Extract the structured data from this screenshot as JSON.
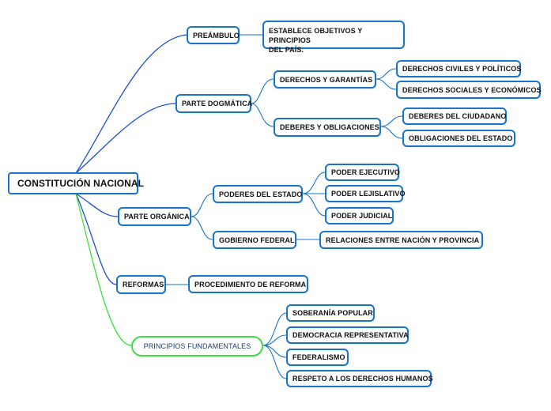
{
  "root": "CONSTITUCIÓN NACIONAL",
  "preambulo": {
    "title": "PREÁMBULO",
    "child": "ESTABLECE OBJETIVOS Y  PRINCIPIOS\n DEL PAÍS."
  },
  "dogmatica": {
    "title": "PARTE DOGMÁTICA",
    "derechos": "DERECHOS Y GARANTÍAS",
    "derechos_children": [
      "DERECHOS CIVILES Y POLÍTICOS",
      "DERECHOS SOCIALES Y ECONÓMICOS"
    ],
    "deberes": "DEBERES Y OBLIGACIONES",
    "deberes_children": [
      "DEBERES DEL CIUDADANO",
      "OBLIGACIONES DEL ESTADO"
    ]
  },
  "organica": {
    "title": "PARTE ORGÁNICA",
    "poderes": "PODERES DEL ESTADO",
    "poderes_children": [
      "PODER EJECUTIVO",
      "PODER LEJISLATIVO",
      "PODER JUDICIAL"
    ],
    "gobierno": "GOBIERNO FEDERAL",
    "gobierno_child": "RELACIONES  ENTRE NACIÓN Y PROVINCIA"
  },
  "reformas": {
    "title": "REFORMAS",
    "child": "PROCEDIMIENTO DE REFORMA"
  },
  "principios": {
    "title": "PRINCIPIOS FUNDAMENTALES",
    "children": [
      "SOBERANÍA POPULAR",
      "DEMOCRACIA REPRESENTATIVA",
      "FEDERALISMO",
      "RESPETO A LOS DERECHOS HUMANOS"
    ]
  },
  "colors": {
    "primary_link": "#1a4fd6",
    "secondary_link": "#1a73c9",
    "green_link": "#3ce03c",
    "node_border": "#1a73c9",
    "green_border": "#44d94a"
  }
}
